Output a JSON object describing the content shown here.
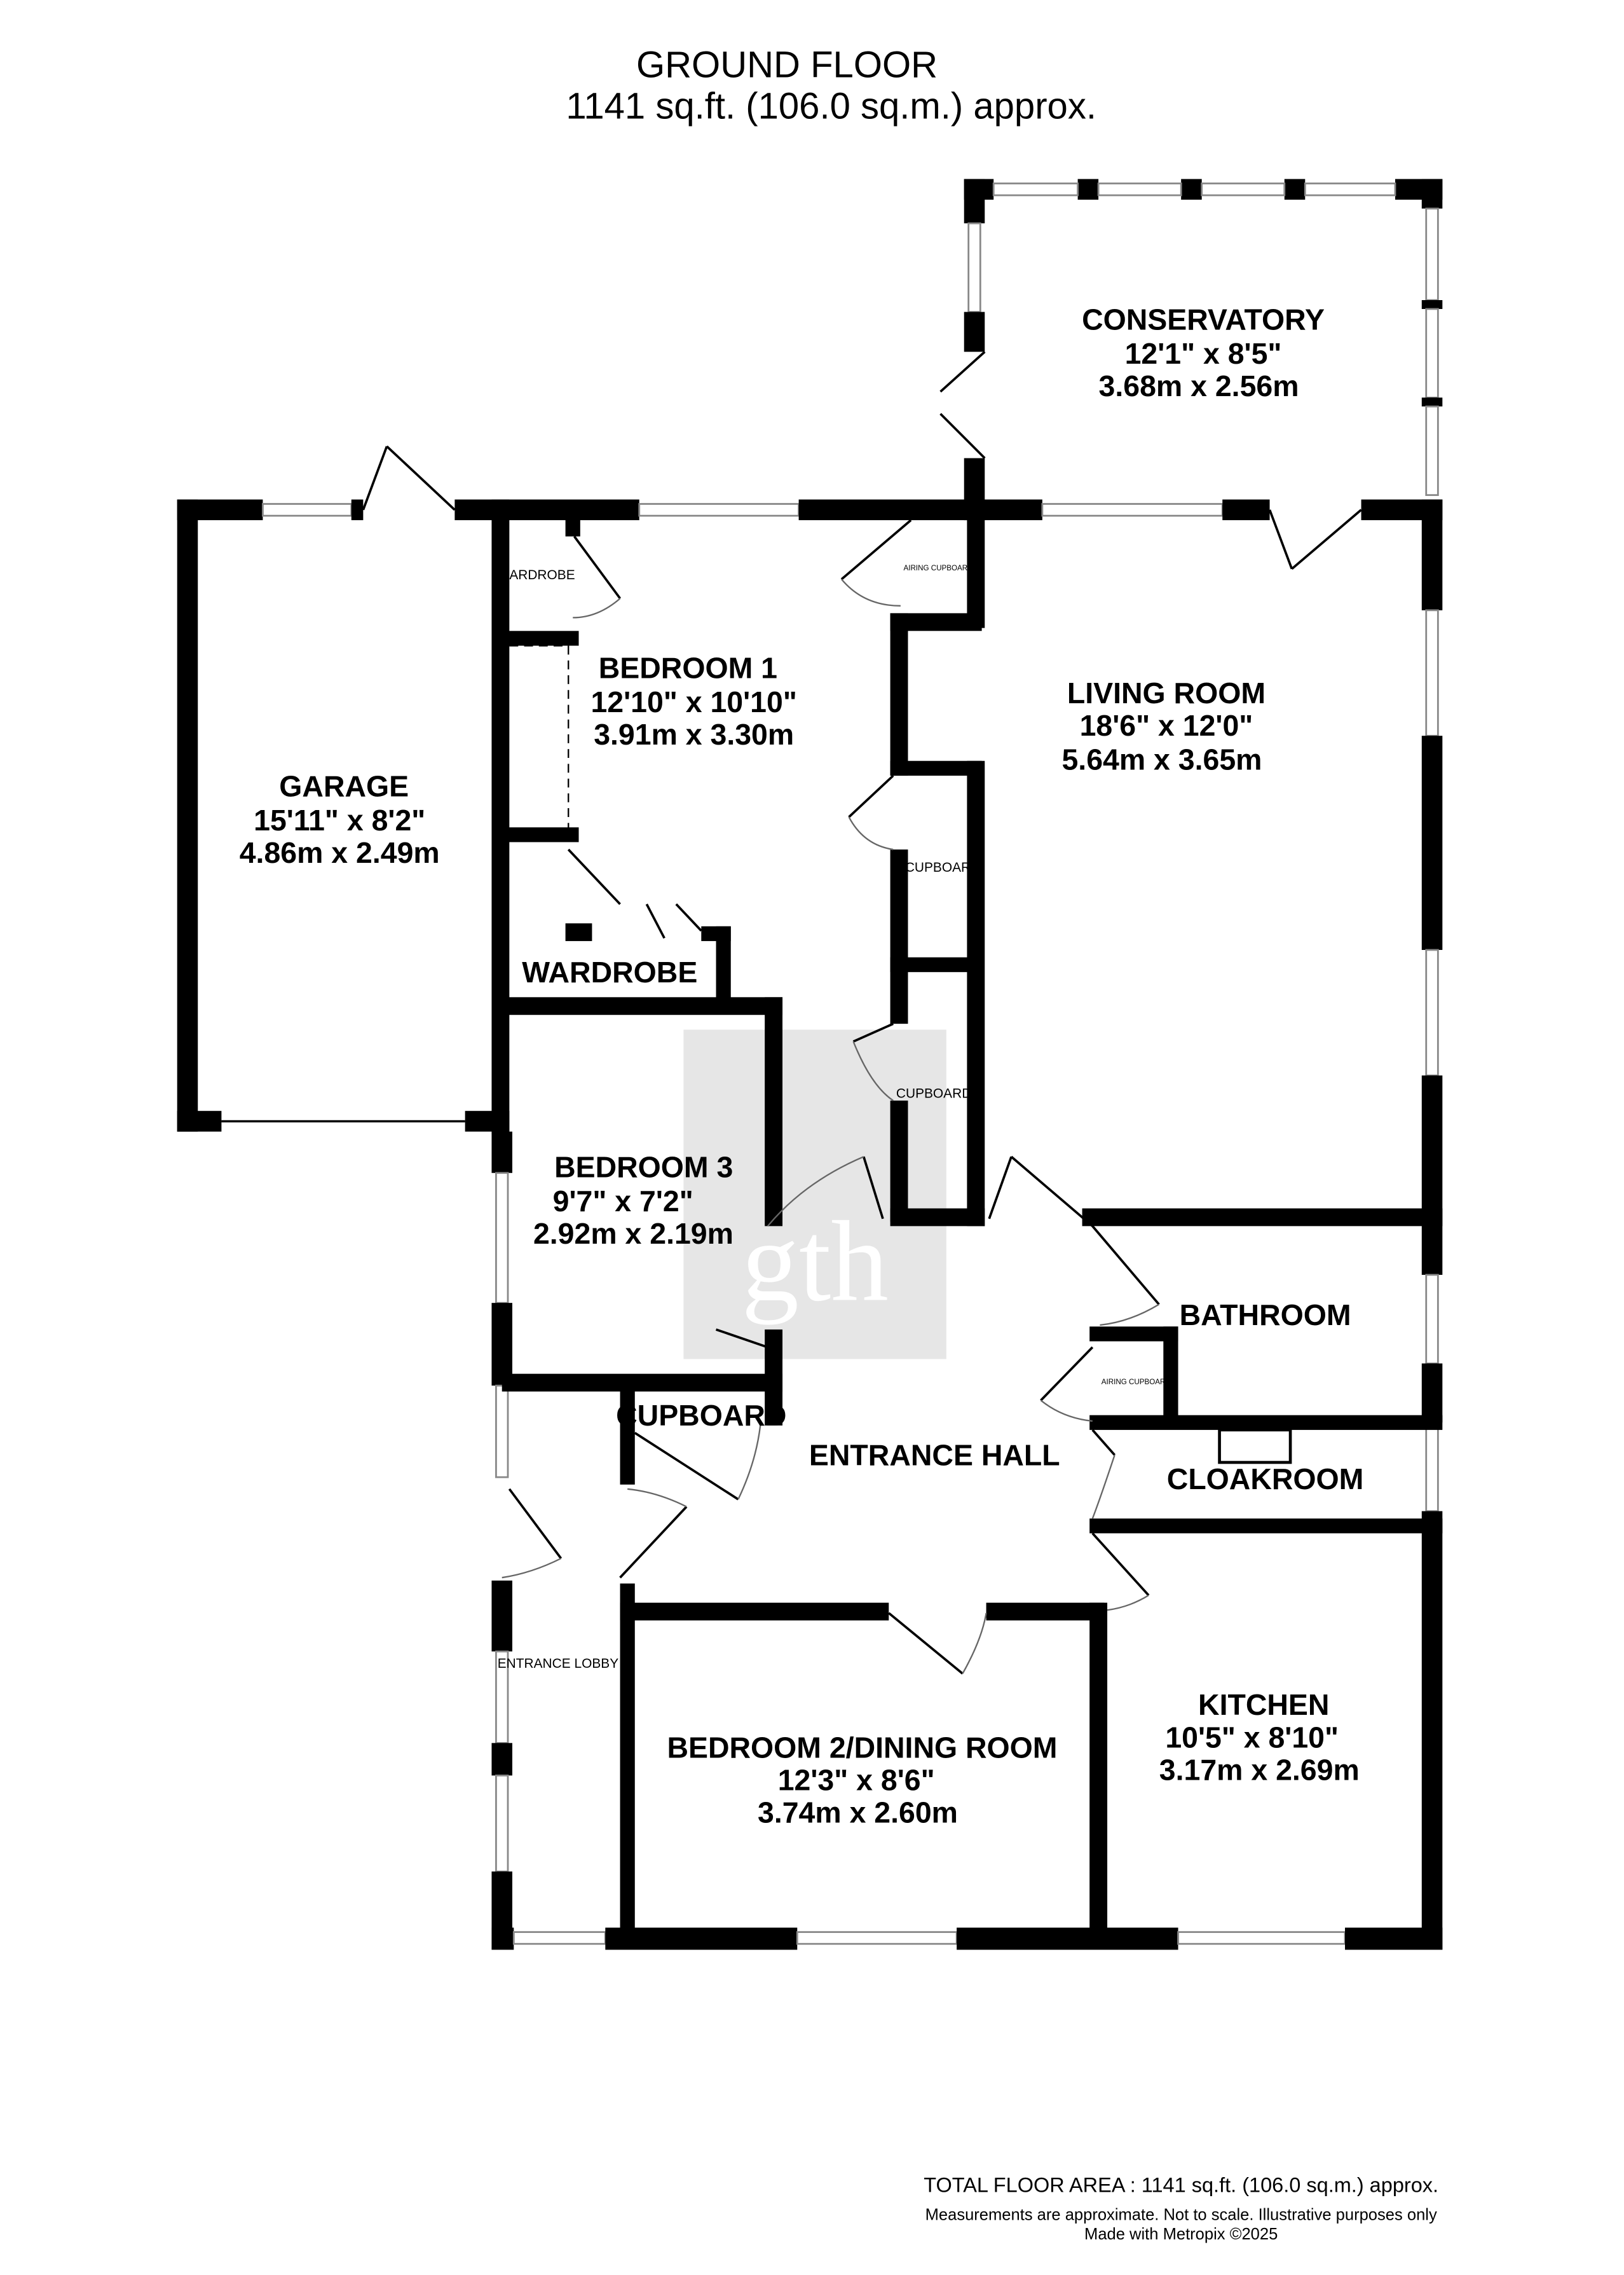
{
  "header": {
    "title": "GROUND FLOOR",
    "area": "1141 sq.ft. (106.0 sq.m.) approx."
  },
  "rooms": [
    {
      "name": "CONSERVATORY",
      "imperial": "12'1\"  x 8'5\"",
      "metric": "3.68m  x 2.56m"
    },
    {
      "name": "GARAGE",
      "imperial": "15'11\"  x 8'2\"",
      "metric": "4.86m  x 2.49m"
    },
    {
      "name": "BEDROOM 1",
      "imperial": "12'10\"  x 10'10\"",
      "metric": "3.91m  x 3.30m"
    },
    {
      "name": "LIVING ROOM",
      "imperial": "18'6\"  x 12'0\"",
      "metric": "5.64m  x 3.65m"
    },
    {
      "name": "BEDROOM 3",
      "imperial": "9'7\"  x 7'2\"",
      "metric": "2.92m  x 2.19m"
    },
    {
      "name": "KITCHEN",
      "imperial": "10'5\"  x 8'10\"",
      "metric": "3.17m  x 2.69m"
    },
    {
      "name": "BEDROOM 2/DINING ROOM",
      "imperial": "12'3\"  x 8'6\"",
      "metric": "3.74m  x 2.60m"
    }
  ],
  "labels": {
    "wardrobe_top": "ARDROBE",
    "wardrobe": "WARDROBE",
    "airing_cupboard_top": "AIRING CUPBOARD",
    "cupboard_1": "CUPBOAR",
    "cupboard_2": "CUPBOARD",
    "bathroom": "BATHROOM",
    "airing_cupboard_bath": "AIRING CUPBOARD",
    "cloakroom": "CLOAKROOM",
    "cupboard_hall": "CUPBOARD",
    "entrance_hall": "ENTRANCE HALL",
    "entrance_lobby": "ENTRANCE LOBBY"
  },
  "watermark": "gth",
  "footer": {
    "total": "TOTAL FLOOR AREA : 1141 sq.ft. (106.0 sq.m.) approx.",
    "disclaimer": "Measurements are approximate.  Not to scale.  Illustrative purposes only",
    "credit": "Made with Metropix ©2025"
  }
}
